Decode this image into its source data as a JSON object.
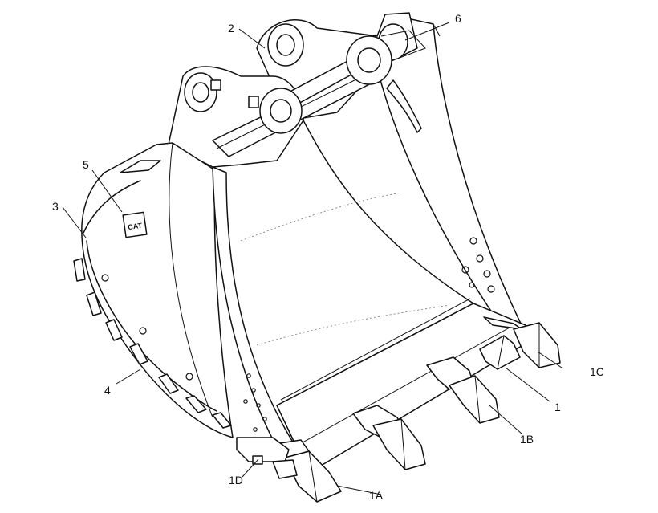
{
  "diagram": {
    "logo_text": "CAT",
    "callouts": {
      "c1": "1",
      "c1A": "1A",
      "c1B": "1B",
      "c1C": "1C",
      "c1D": "1D",
      "c2": "2",
      "c3": "3",
      "c4": "4",
      "c5": "5",
      "c6": "6"
    }
  }
}
